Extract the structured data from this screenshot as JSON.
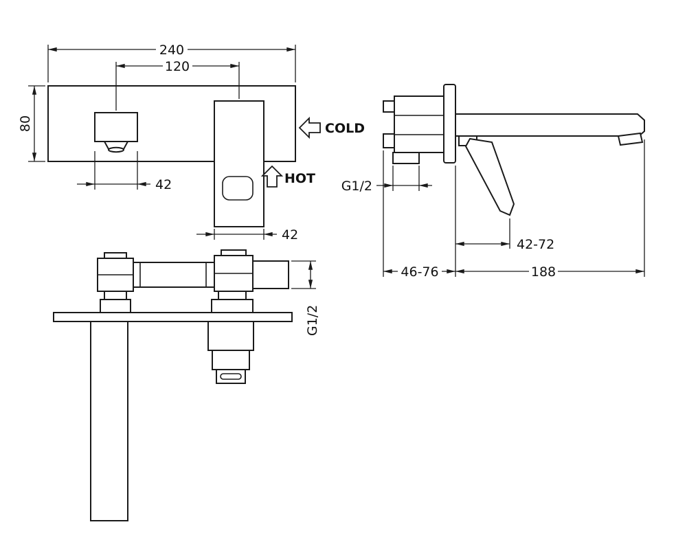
{
  "drawing": {
    "background": "#ffffff",
    "line_color": "#1a1a1a"
  },
  "front_view": {
    "dims": {
      "plate_width": "240",
      "spout_to_handle_centers": "120",
      "plate_height": "80",
      "spout_width": "42",
      "handle_width": "42"
    },
    "labels": {
      "cold": "COLD",
      "hot": "HOT"
    }
  },
  "side_view": {
    "dims": {
      "inlet_thread": "G1/2",
      "handle_projection_range": "42-72",
      "concealed_depth_range": "46-76",
      "spout_reach": "188"
    }
  },
  "plan_view": {
    "dims": {
      "connection_thread": "G1/2"
    }
  }
}
